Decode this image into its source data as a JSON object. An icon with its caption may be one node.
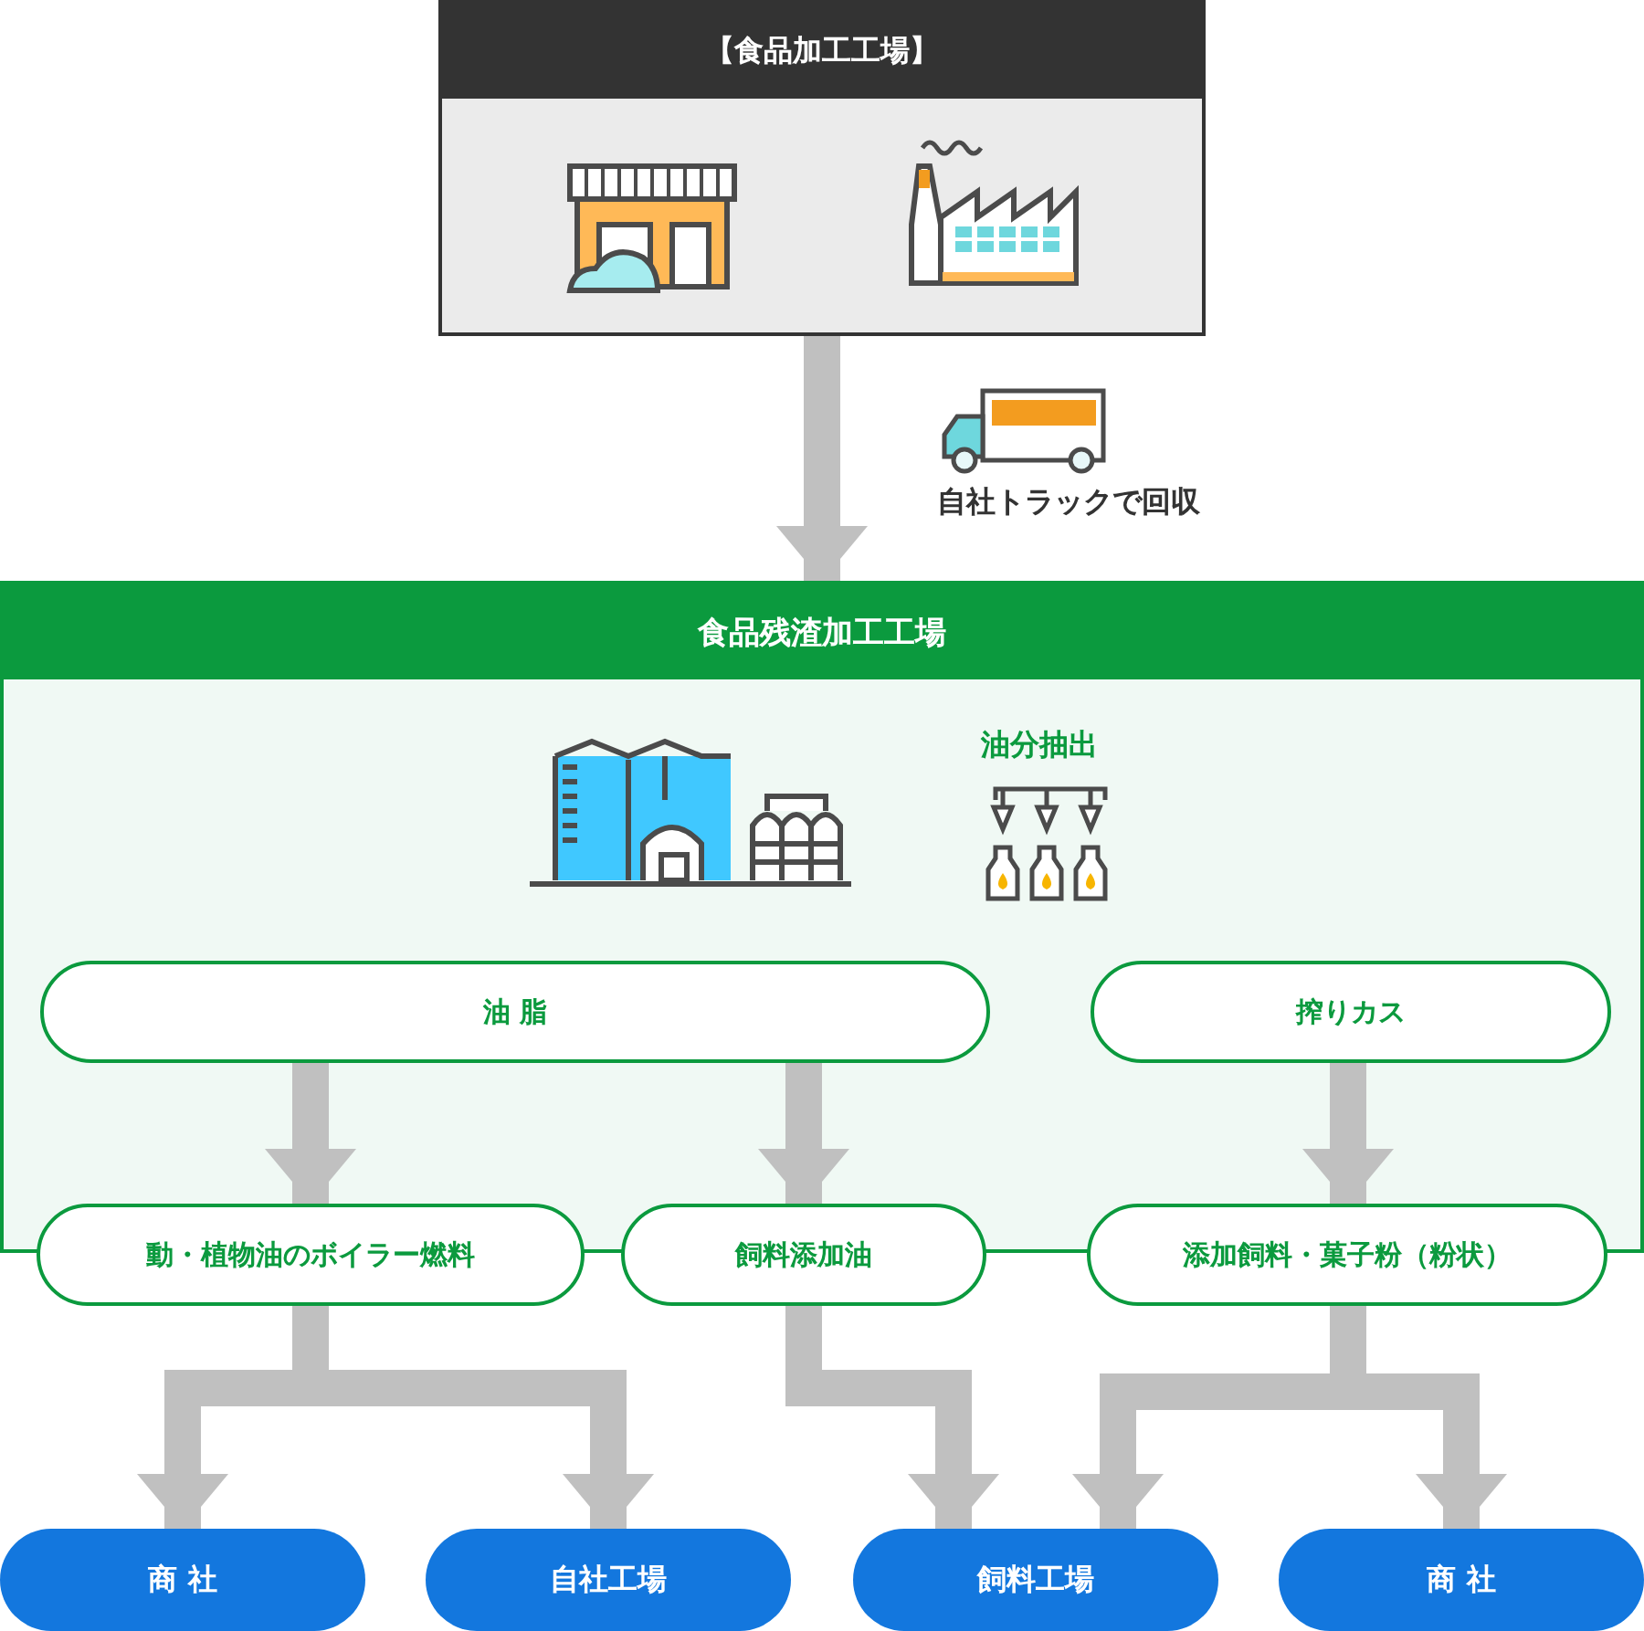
{
  "diagram": {
    "nodes": [
      {
        "text": [
          "【食品加工工場】"
        ]
      },
      {
        "text": [
          "食品残渣加工工場"
        ]
      },
      {
        "text": [
          "油 脂"
        ],
        "in": 1
      },
      {
        "text": [
          "搾りカス"
        ],
        "in": 1
      },
      {
        "text": [
          "動・植物油のボイラー燃料"
        ]
      },
      {
        "text": [
          "飼料添加油"
        ]
      },
      {
        "text": [
          "添加飼料・菓子粉（粉状）"
        ]
      },
      {
        "text": [
          "商 社"
        ]
      },
      {
        "text": [
          "自社工場"
        ]
      },
      {
        "text": [
          "飼料工場"
        ]
      },
      {
        "text": [
          "商 社"
        ]
      }
    ],
    "edges": [
      {
        "from": 0,
        "to": 1,
        "arrow": "to",
        "label": "自社トラックで回収"
      },
      {
        "from": 2,
        "to": 4,
        "arrow": "to"
      },
      {
        "from": 2,
        "to": 5,
        "arrow": "to"
      },
      {
        "from": 3,
        "to": 6,
        "arrow": "to"
      },
      {
        "from": 4,
        "to": 7,
        "arrow": "to"
      },
      {
        "from": 4,
        "to": 8,
        "arrow": "to"
      },
      {
        "from": 5,
        "to": 9,
        "arrow": "to"
      },
      {
        "from": 6,
        "to": 9,
        "arrow": "to"
      },
      {
        "from": 6,
        "to": 10,
        "arrow": "to"
      }
    ],
    "labels": [
      "油分抽出"
    ]
  }
}
